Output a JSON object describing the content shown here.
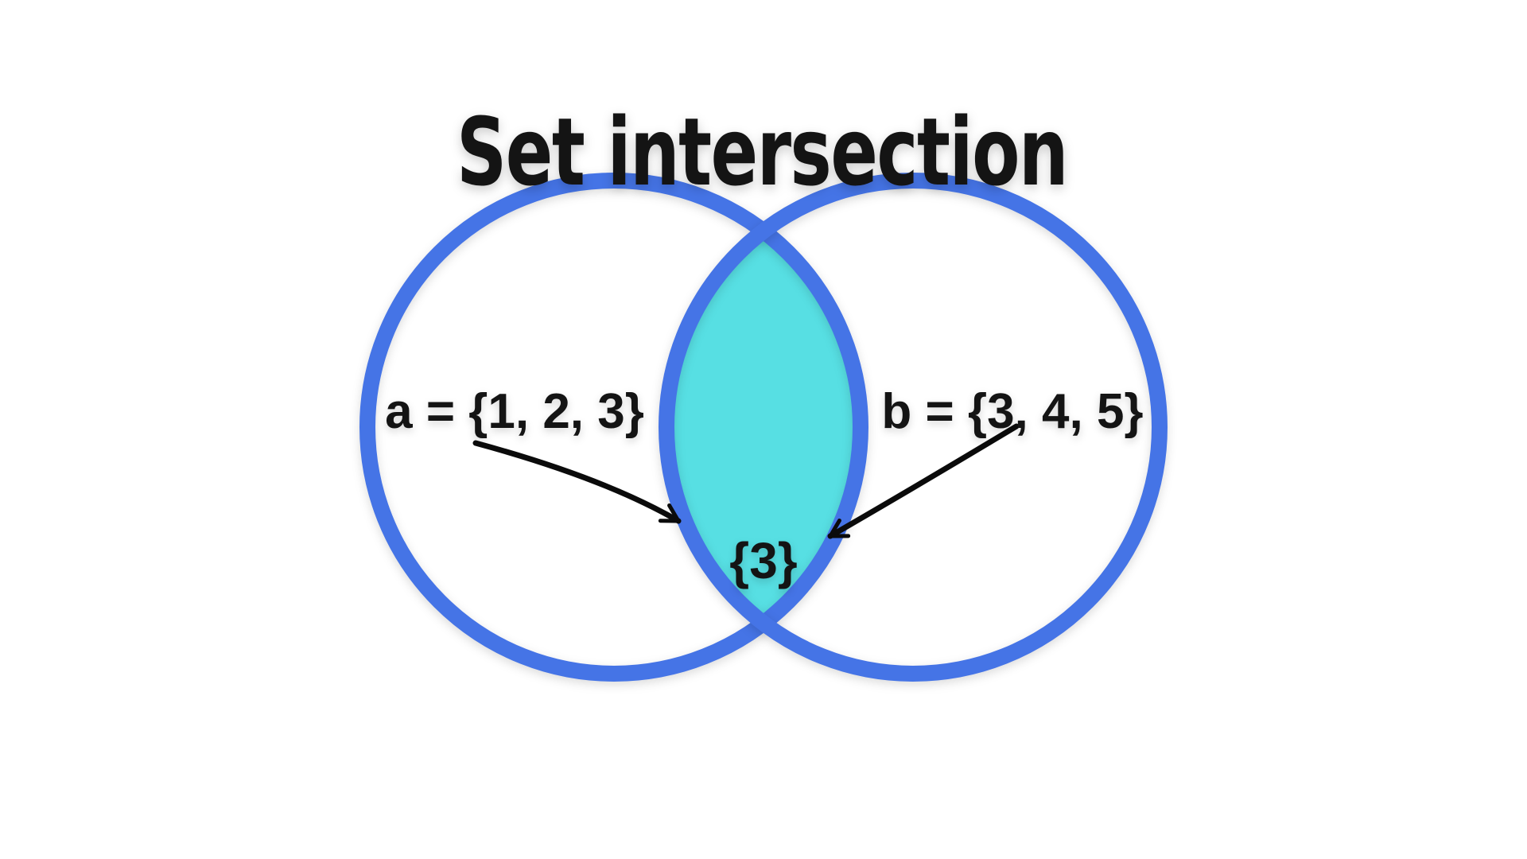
{
  "title": "Set intersection",
  "colors": {
    "background": "#ffffff",
    "circle_stroke": "#4574E6",
    "intersection_fill": "#57DFE3",
    "label_text": "#141414",
    "arrow": "#0b0b0b"
  },
  "sets": {
    "a": {
      "label": "a = {1, 2, 3}"
    },
    "b": {
      "label": "b = {3, 4, 5}"
    },
    "intersection": {
      "label": "{3}"
    }
  }
}
